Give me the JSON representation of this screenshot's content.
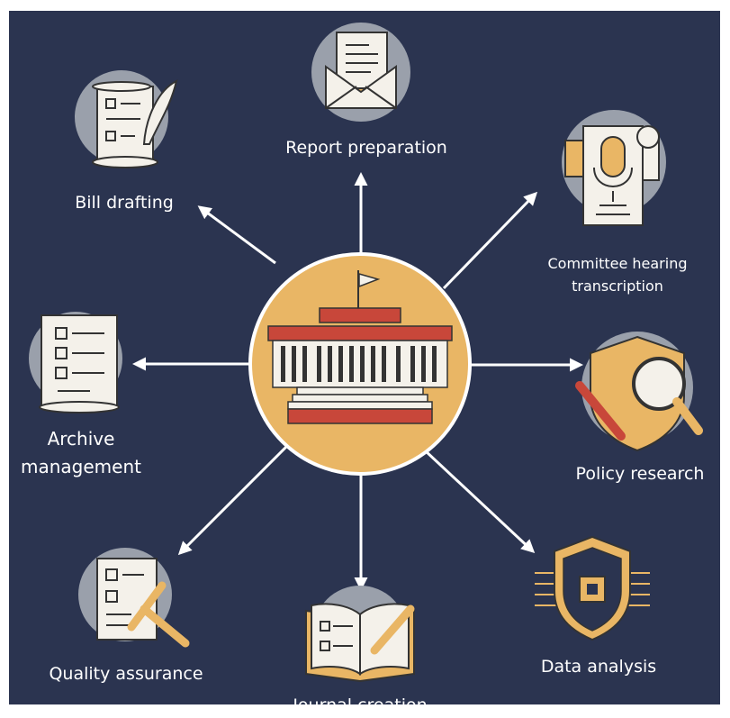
{
  "diagram": {
    "center": {
      "icon": "government-building-icon"
    },
    "nodes": [
      {
        "id": "report",
        "label": "Report  preparation",
        "icon": "envelope-document-icon"
      },
      {
        "id": "bill",
        "label": "Bill drafting",
        "icon": "scroll-quill-icon"
      },
      {
        "id": "hearing",
        "label_lines": [
          "Committee hearing",
          "transcription"
        ],
        "icon": "microphone-document-icon"
      },
      {
        "id": "archive",
        "label_lines": [
          "Archive",
          "management"
        ],
        "icon": "checklist-scroll-icon"
      },
      {
        "id": "policy",
        "label": "Policy research",
        "icon": "magnifier-shield-icon"
      },
      {
        "id": "quality",
        "label": "Quality assurance",
        "icon": "checklist-pen-icon"
      },
      {
        "id": "data",
        "label": "Data analysis",
        "icon": "circuit-shield-icon"
      },
      {
        "id": "journal",
        "label": "Journal creation",
        "icon": "open-book-pen-icon"
      }
    ],
    "colors": {
      "background": "#2b3450",
      "center_fill": "#e9b665",
      "icon_circle": "#9aa0ab",
      "arrow": "#ffffff",
      "accent_red": "#c8473a",
      "accent_gold": "#e9b665"
    }
  }
}
